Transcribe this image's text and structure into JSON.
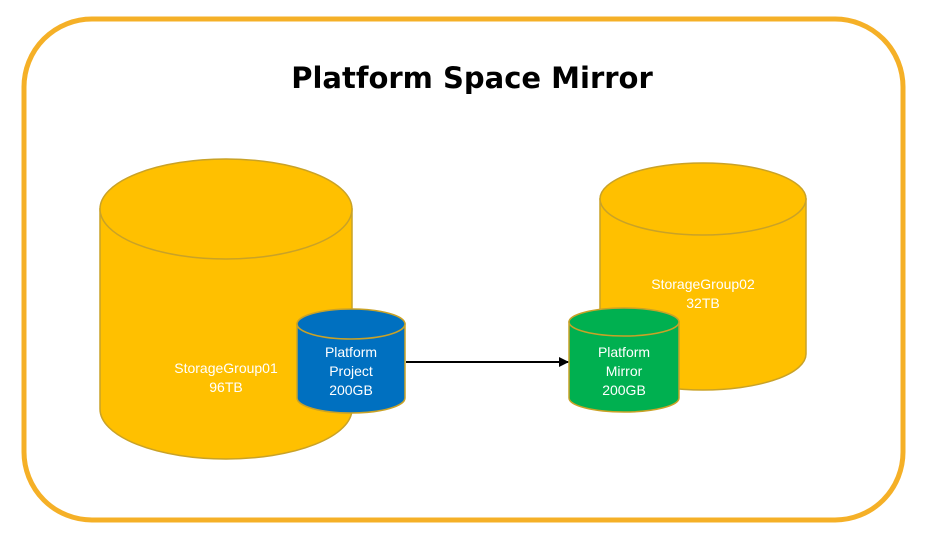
{
  "title": "Platform Space Mirror",
  "storage_groups": [
    {
      "name": "StorageGroup01",
      "capacity": "96TB"
    },
    {
      "name": "StorageGroup02",
      "capacity": "32TB"
    }
  ],
  "volumes": [
    {
      "line1": "Platform",
      "line2": "Project",
      "size": "200GB"
    },
    {
      "line1": "Platform",
      "line2": "Mirror",
      "size": "200GB"
    }
  ],
  "colors": {
    "frame": "#F5B027",
    "storage_fill": "#FFC000",
    "storage_stroke": "#C9A227",
    "project_fill": "#0070C0",
    "project_stroke": "#C9A227",
    "mirror_fill": "#00B050",
    "mirror_stroke": "#C9A227",
    "arrow": "#000000"
  }
}
